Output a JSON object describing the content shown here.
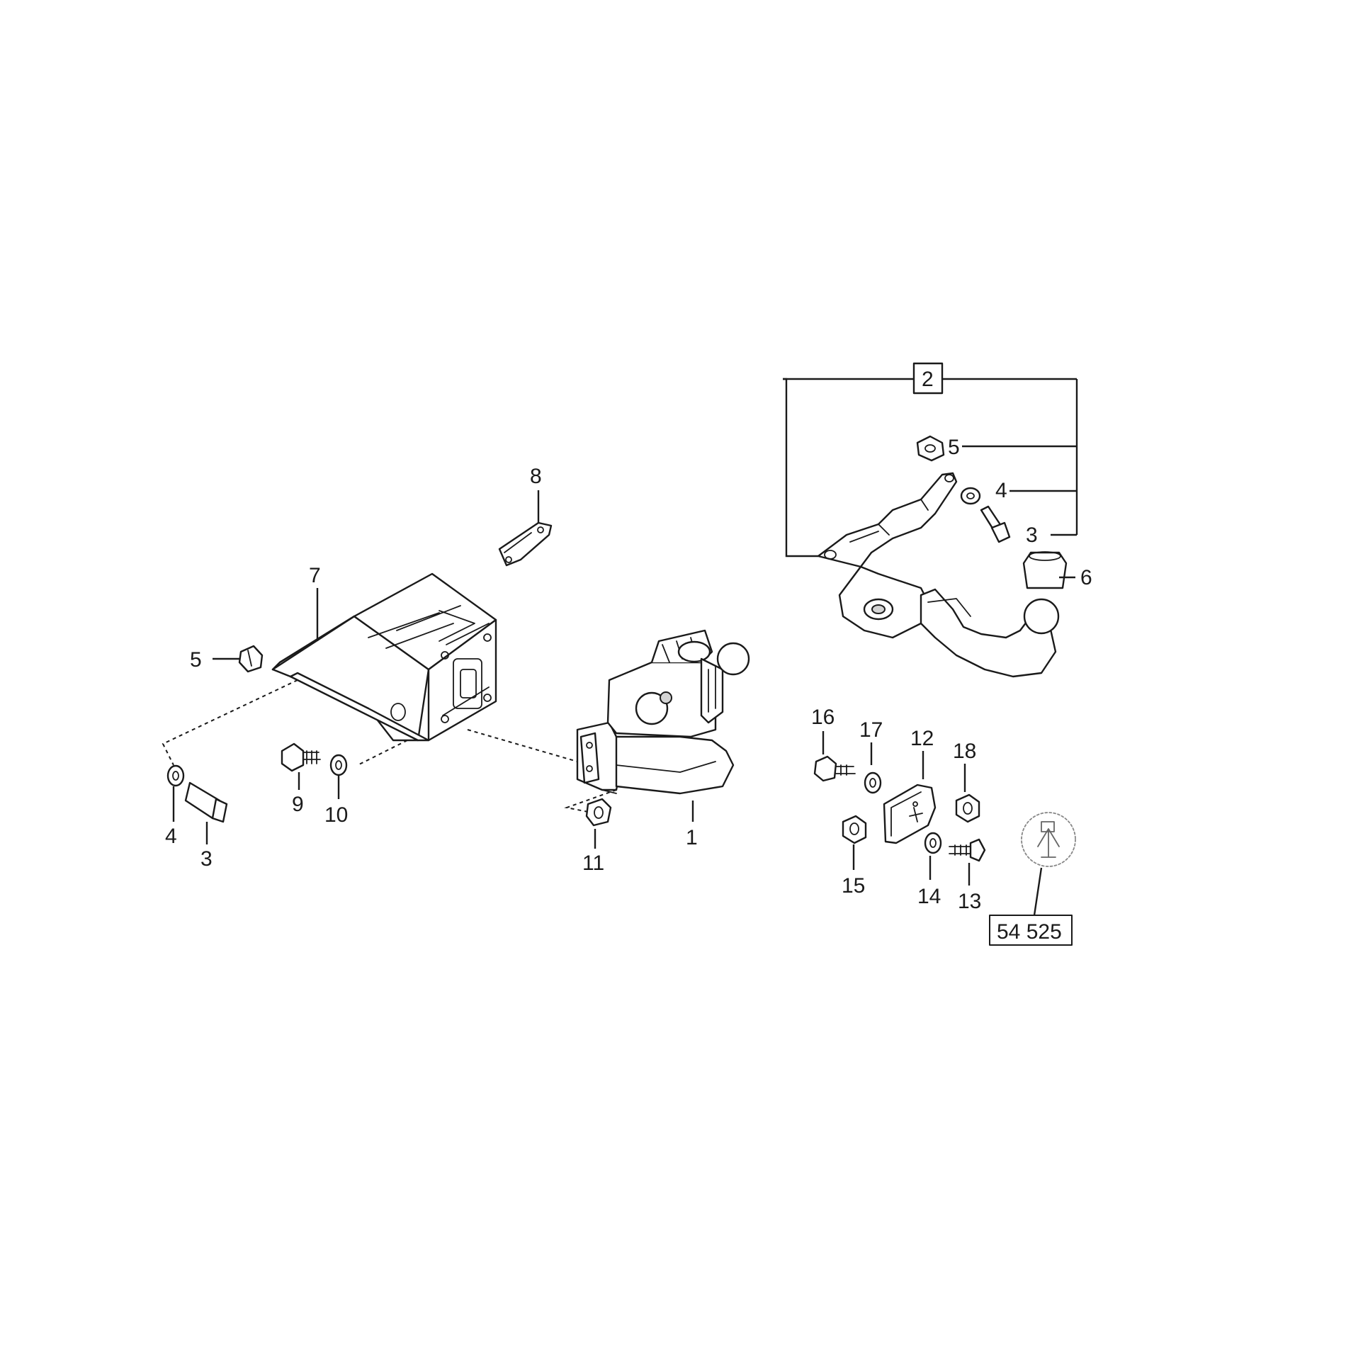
{
  "diagram": {
    "callouts": {
      "c1": "1",
      "c2": "2",
      "c3_left": "3",
      "c4_left": "4",
      "c5_left": "5",
      "c7": "7",
      "c8": "8",
      "c9": "9",
      "c10": "10",
      "c11": "11",
      "c3_right": "3",
      "c4_right": "4",
      "c5_right": "5",
      "c6": "6",
      "c12": "12",
      "c13": "13",
      "c14": "14",
      "c15": "15",
      "c16": "16",
      "c17": "17",
      "c18": "18"
    },
    "reference_number": "54 525"
  }
}
